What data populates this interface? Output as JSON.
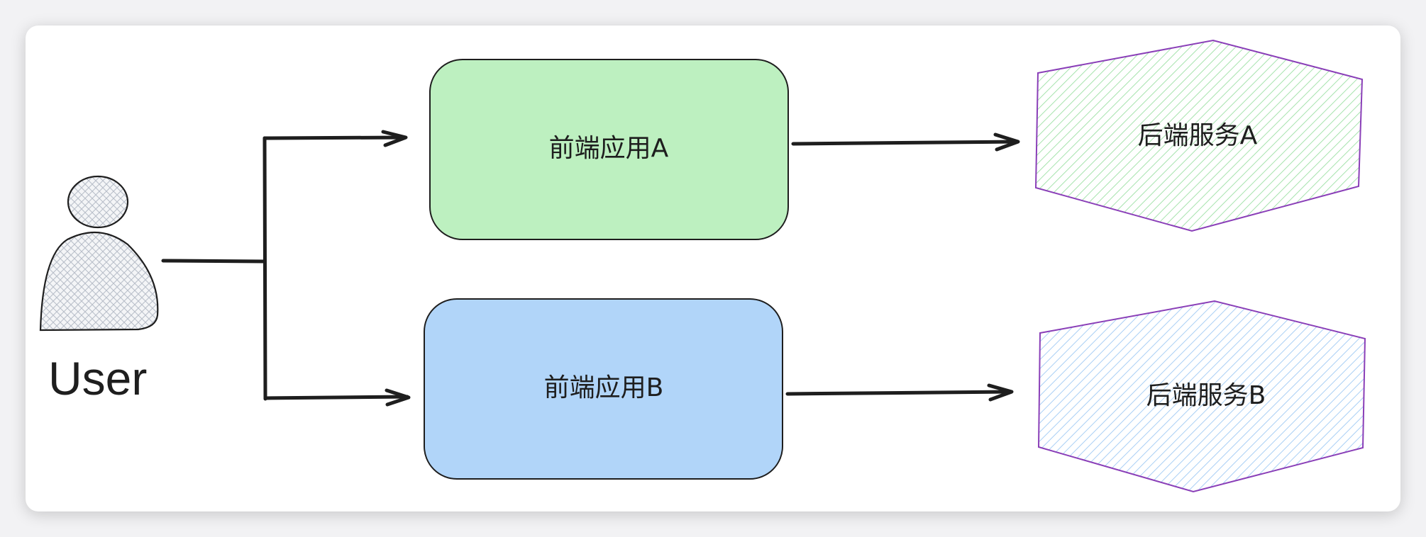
{
  "diagram": {
    "user": {
      "label": "User",
      "icon": "person-icon"
    },
    "frontend_a": {
      "label": "前端应用A",
      "fill": "#bdf0c0"
    },
    "frontend_b": {
      "label": "前端应用B",
      "fill": "#b1d5f9"
    },
    "backend_a": {
      "label": "后端服务A",
      "stroke": "#8a3fb8",
      "hatch": "#a6e3ad"
    },
    "backend_b": {
      "label": "后端服务B",
      "stroke": "#8a3fb8",
      "hatch": "#a9cff5"
    },
    "edges": [
      {
        "from": "User",
        "to": "前端应用A"
      },
      {
        "from": "User",
        "to": "前端应用B"
      },
      {
        "from": "前端应用A",
        "to": "后端服务A"
      },
      {
        "from": "前端应用B",
        "to": "后端服务B"
      }
    ]
  }
}
